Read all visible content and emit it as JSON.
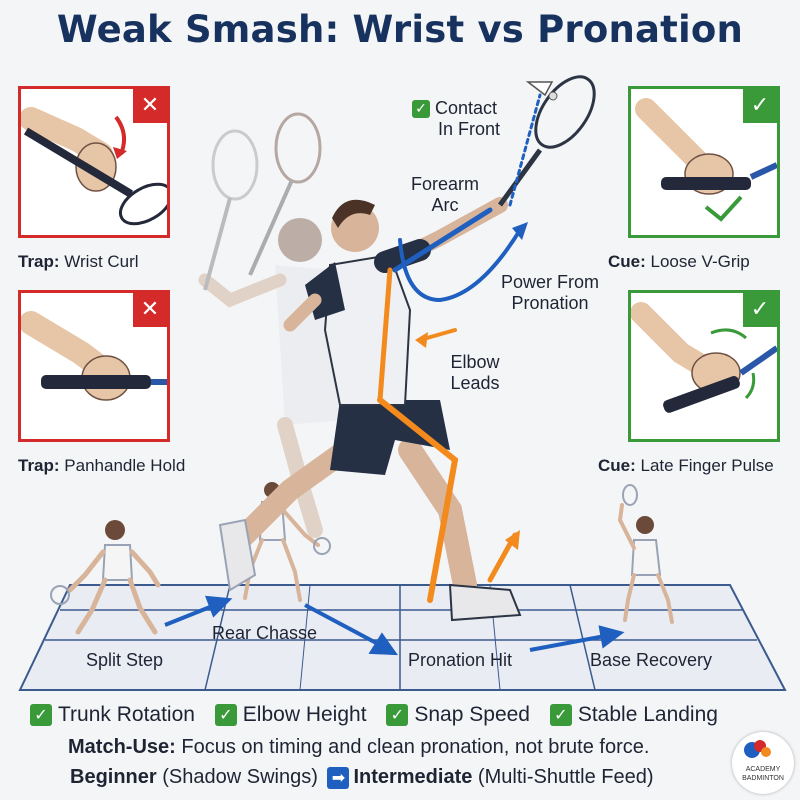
{
  "title": "Weak Smash: Wrist vs Pronation",
  "panels": {
    "trap1": {
      "prefix": "Trap:",
      "text": " Wrist Curl",
      "badge": "✕"
    },
    "trap2": {
      "prefix": "Trap:",
      "text": " Panhandle Hold",
      "badge": "✕"
    },
    "cue1": {
      "prefix": "Cue:",
      "text": " Loose V-Grip",
      "badge": "✓"
    },
    "cue2": {
      "prefix": "Cue:",
      "text": " Late Finger Pulse",
      "badge": "✓"
    }
  },
  "annotations": {
    "contact_line1": "Contact",
    "contact_line2": "In Front",
    "forearm_line1": "Forearm",
    "forearm_line2": "Arc",
    "power_line1": "Power From",
    "power_line2": "Pronation",
    "elbow_line1": "Elbow",
    "elbow_line2": "Leads"
  },
  "sequence": [
    "Split Step",
    "Rear Chasse",
    "Pronation Hit",
    "Base Recovery"
  ],
  "checks": [
    "Trunk Rotation",
    "Elbow Height",
    "Snap Speed",
    "Stable Landing"
  ],
  "match_use": {
    "label": "Match-Use:",
    "text": " Focus on timing and clean pronation, not brute force."
  },
  "progression": {
    "level1": "Beginner",
    "level1_note": " (Shadow Swings) ",
    "arrow": "➡",
    "level2": "Intermediate",
    "level2_note": " (Multi-Shuttle Feed)"
  },
  "logo": {
    "line1": "ACADEMY",
    "line2": "BADMINTON"
  },
  "colors": {
    "bad": "#d42a2a",
    "good": "#3a9a3a",
    "orange": "#f28a1e",
    "blue": "#1f5fc0",
    "title": "#17325e"
  }
}
